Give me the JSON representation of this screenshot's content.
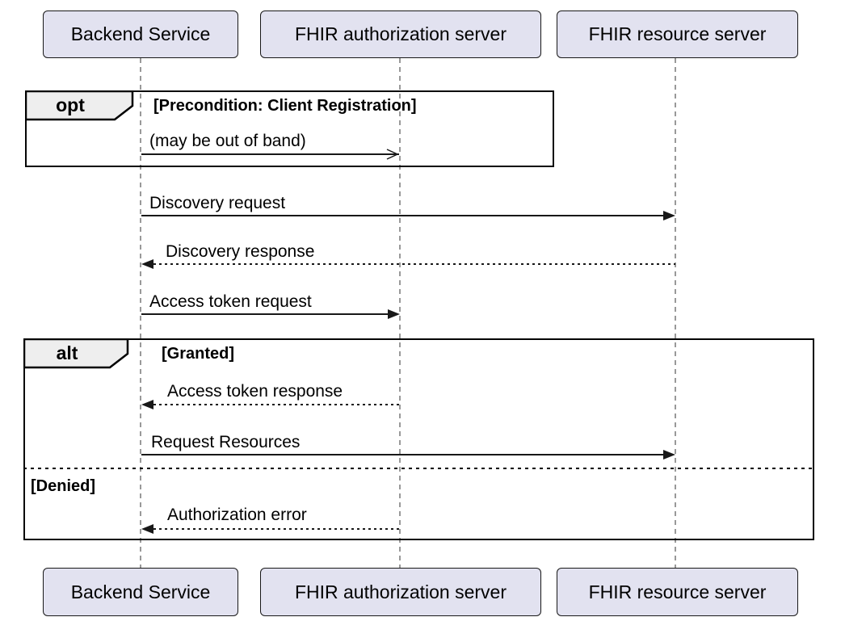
{
  "diagram": {
    "type": "uml-sequence",
    "background": "#ffffff",
    "participant_fill": "#E2E2F0",
    "participant_border": "#181818",
    "fragment_label_fill": "#EEEEEE",
    "line_color": "#181818",
    "lifeline_color": "#999999"
  },
  "participants": [
    {
      "name": "Backend Service"
    },
    {
      "name": "FHIR authorization server"
    },
    {
      "name": "FHIR resource server"
    }
  ],
  "fragments": [
    {
      "operator": "opt",
      "guards": [
        "[Precondition: Client Registration]"
      ]
    },
    {
      "operator": "alt",
      "guards": [
        "[Granted]",
        "[Denied]"
      ]
    }
  ],
  "messages": [
    {
      "label": "(may be out of band)",
      "from": "Backend Service",
      "to": "FHIR authorization server",
      "line": "solid",
      "head": "open"
    },
    {
      "label": "Discovery request",
      "from": "Backend Service",
      "to": "FHIR resource server",
      "line": "solid",
      "head": "filled"
    },
    {
      "label": "Discovery response",
      "from": "FHIR resource server",
      "to": "Backend Service",
      "line": "dotted",
      "head": "filled"
    },
    {
      "label": "Access token request",
      "from": "Backend Service",
      "to": "FHIR authorization server",
      "line": "solid",
      "head": "filled"
    },
    {
      "label": "Access token response",
      "from": "FHIR authorization server",
      "to": "Backend Service",
      "line": "dotted",
      "head": "filled"
    },
    {
      "label": "Request Resources",
      "from": "Backend Service",
      "to": "FHIR resource server",
      "line": "solid",
      "head": "filled"
    },
    {
      "label": "Authorization error",
      "from": "FHIR authorization server",
      "to": "Backend Service",
      "line": "dotted",
      "head": "filled"
    }
  ]
}
